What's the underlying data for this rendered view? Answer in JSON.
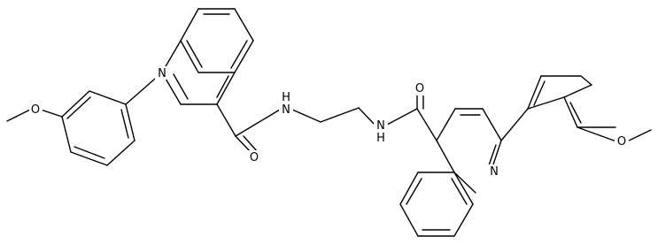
{
  "diagram": {
    "type": "chemical-structure",
    "background": "#ffffff",
    "line_color": "#000000",
    "atom_labels": [
      {
        "id": "n_ring_left",
        "text": "N"
      },
      {
        "id": "nh_left",
        "text": "N"
      },
      {
        "id": "h_left",
        "text": "H"
      },
      {
        "id": "nh_right",
        "text": "N"
      },
      {
        "id": "h_right",
        "text": "H"
      },
      {
        "id": "o_carbonyl_left",
        "text": "O"
      },
      {
        "id": "o_carbonyl_right",
        "text": "O"
      },
      {
        "id": "o_methoxy_left",
        "text": "O"
      },
      {
        "id": "n_ring_right",
        "text": "N"
      },
      {
        "id": "o_methoxy_right",
        "text": "O"
      }
    ]
  }
}
